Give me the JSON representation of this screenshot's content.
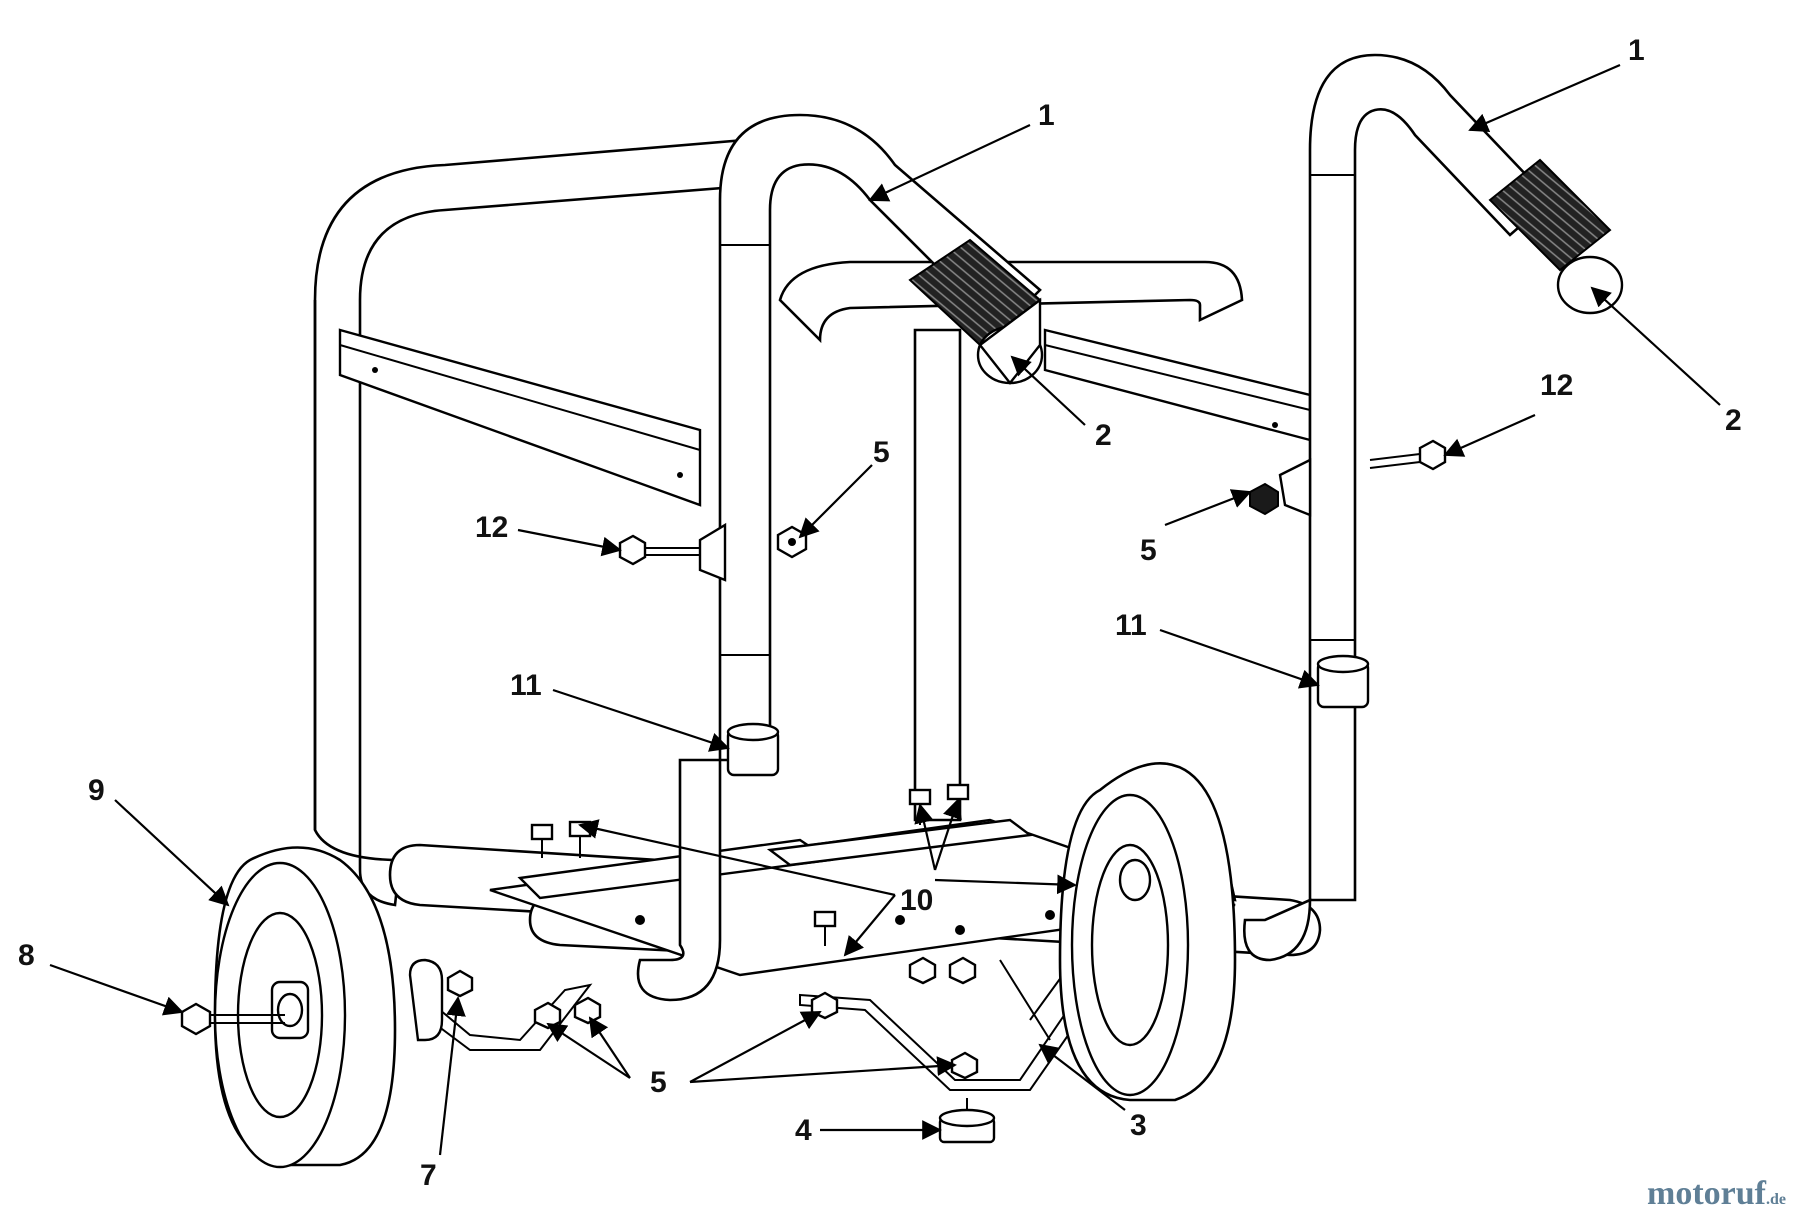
{
  "callouts": [
    {
      "id": "c1a",
      "text": "1"
    },
    {
      "id": "c1b",
      "text": "1"
    },
    {
      "id": "c2a",
      "text": "2"
    },
    {
      "id": "c2b",
      "text": "2"
    },
    {
      "id": "c3",
      "text": "3"
    },
    {
      "id": "c4",
      "text": "4"
    },
    {
      "id": "c5a",
      "text": "5"
    },
    {
      "id": "c5b",
      "text": "5"
    },
    {
      "id": "c5c",
      "text": "5"
    },
    {
      "id": "c7",
      "text": "7"
    },
    {
      "id": "c8",
      "text": "8"
    },
    {
      "id": "c9",
      "text": "9"
    },
    {
      "id": "c10",
      "text": "10"
    },
    {
      "id": "c11a",
      "text": "11"
    },
    {
      "id": "c11b",
      "text": "11"
    },
    {
      "id": "c12a",
      "text": "12"
    },
    {
      "id": "c12b",
      "text": "12"
    }
  ],
  "watermark": {
    "name": "motoruf",
    "tld": ".de"
  }
}
